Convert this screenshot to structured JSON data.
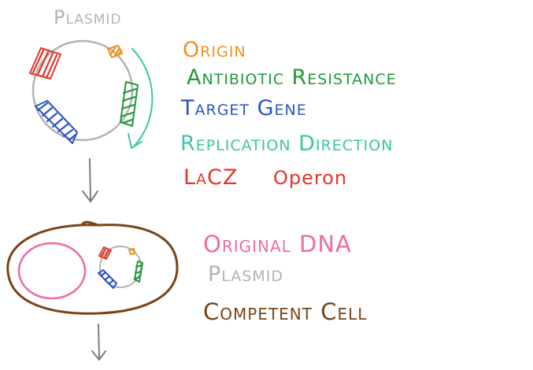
{
  "top_diagram": {
    "plasmid_label": "Plasmid"
  },
  "legend": {
    "origin": "Origin",
    "antibiotic_resistance": "Antibiotic Resistance",
    "target_gene": "Target Gene",
    "replication_direction": "Replication Direction",
    "lacz_operon_1": "LaCZ",
    "lacz_operon_2": "Operon"
  },
  "bottom_legend": {
    "original_dna": "Original DNA",
    "plasmid": "Plasmid",
    "competent_cell": "Competent Cell"
  },
  "colors": {
    "origin": "#f0901e",
    "antibiotic_resistance": "#1f9a37",
    "target_gene": "#2a55c4",
    "replication_direction": "#3cc5a8",
    "lacz_operon": "#e1362c",
    "original_dna": "#ee6aa8",
    "plasmid_gray": "#b3b3b3",
    "competent_cell": "#7a4418",
    "arrow_gray": "#7d7d7d"
  }
}
